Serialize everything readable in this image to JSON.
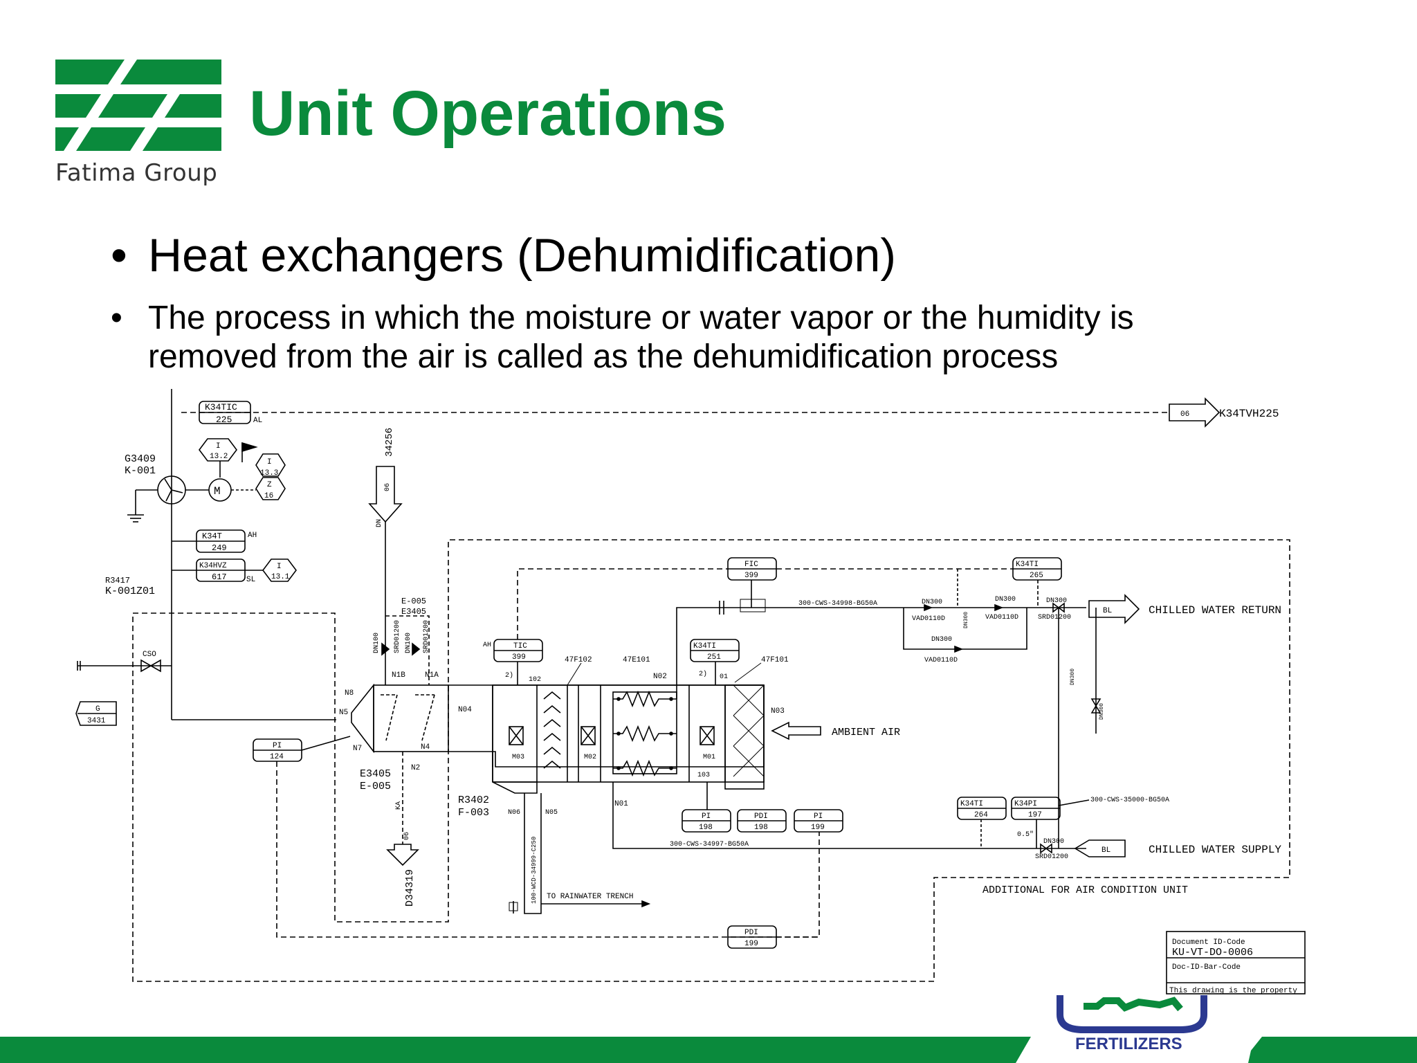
{
  "header": {
    "title": "Unit Operations",
    "logo_caption": "Fatima Group"
  },
  "bullets": [
    {
      "text": "Heat exchangers (Dehumidification)"
    },
    {
      "text_line1": "The process in which the moisture or water vapor or the humidity is",
      "text_line2": "removed from the air is called as the dehumidification process"
    }
  ],
  "diagram": {
    "tags": {
      "k34tic": "K34TIC",
      "v225": "225",
      "al": "AL",
      "g3409": "G3409",
      "k001": "K-001",
      "i": "I",
      "v132": "13.2",
      "v133": "13.3",
      "z": "Z",
      "v16": "16",
      "k34t": "K34T",
      "v249": "249",
      "ah": "AH",
      "k34hvz": "K34HVZ",
      "v617": "617",
      "sl": "SL",
      "v131": "13.1",
      "r3417": "R3417",
      "k001z01": "K-001Z01",
      "cso": "CSO",
      "g": "G",
      "v3431": "3431",
      "pi": "PI",
      "v124": "124",
      "l34256": "34256",
      "o6": "06",
      "dn": "DN",
      "e005": "E-005",
      "e3405": "E3405",
      "dn100": "DN100",
      "srd01200": "SRD01200",
      "n1b": "N1B",
      "n1a": "N1A",
      "n8": "N8",
      "n5": "N5",
      "n7": "N7",
      "n4": "N4",
      "n2": "N2",
      "n04": "N04",
      "e3405b": "E3405",
      "e005b": "E-005",
      "ka": "KA",
      "d34319": "D34319",
      "tic": "TIC",
      "v399": "399",
      "ah2": "AH",
      "v102": "102",
      "two": "2)",
      "f47f102": "47F102",
      "e47e101": "47E101",
      "f47f101": "47F101",
      "m03": "M03",
      "m02": "M02",
      "m01": "M01",
      "v103": "103",
      "r3402": "R3402",
      "f003": "F-003",
      "n06": "N06",
      "n05": "N05",
      "n01": "N01",
      "n02": "N02",
      "v01": "01",
      "wcd": "100-WCD-34999-C250",
      "rain": "TO RAINWATER TRENCH",
      "fic": "FIC",
      "k34ti": "K34TI",
      "v251": "251",
      "v265": "265",
      "cws34998": "300-CWS-34998-BG50A",
      "dn300": "DN300",
      "vad": "VAD0110D",
      "srd": "SRD01200",
      "n03": "N03",
      "ambient": "AMBIENT AIR",
      "v198": "198",
      "pdi": "PDI",
      "v199": "199",
      "cws34997": "300-CWS-34997-BG50A",
      "v264": "264",
      "k34pi": "K34PI",
      "v197": "197",
      "v05": "0.5\"",
      "cws35000": "300-CWS-35000-BG50A",
      "bl": "BL",
      "chilled_return": "CHILLED WATER RETURN",
      "chilled_supply": "CHILLED WATER SUPPLY",
      "additional": "ADDITIONAL FOR AIR CONDITION UNIT",
      "k34tvh225": "K34TVH225"
    },
    "title_block": {
      "doc_id_label": "Document ID-Code",
      "doc_id": "KU-VT-DO-0006",
      "barcode_label": "Doc-ID-Bar-Code",
      "property": "This drawing is the property"
    }
  },
  "footer": {
    "brand": "FERTILIZERS"
  },
  "colors": {
    "brand_green": "#0a8a3c",
    "brand_blue": "#2b3990"
  }
}
